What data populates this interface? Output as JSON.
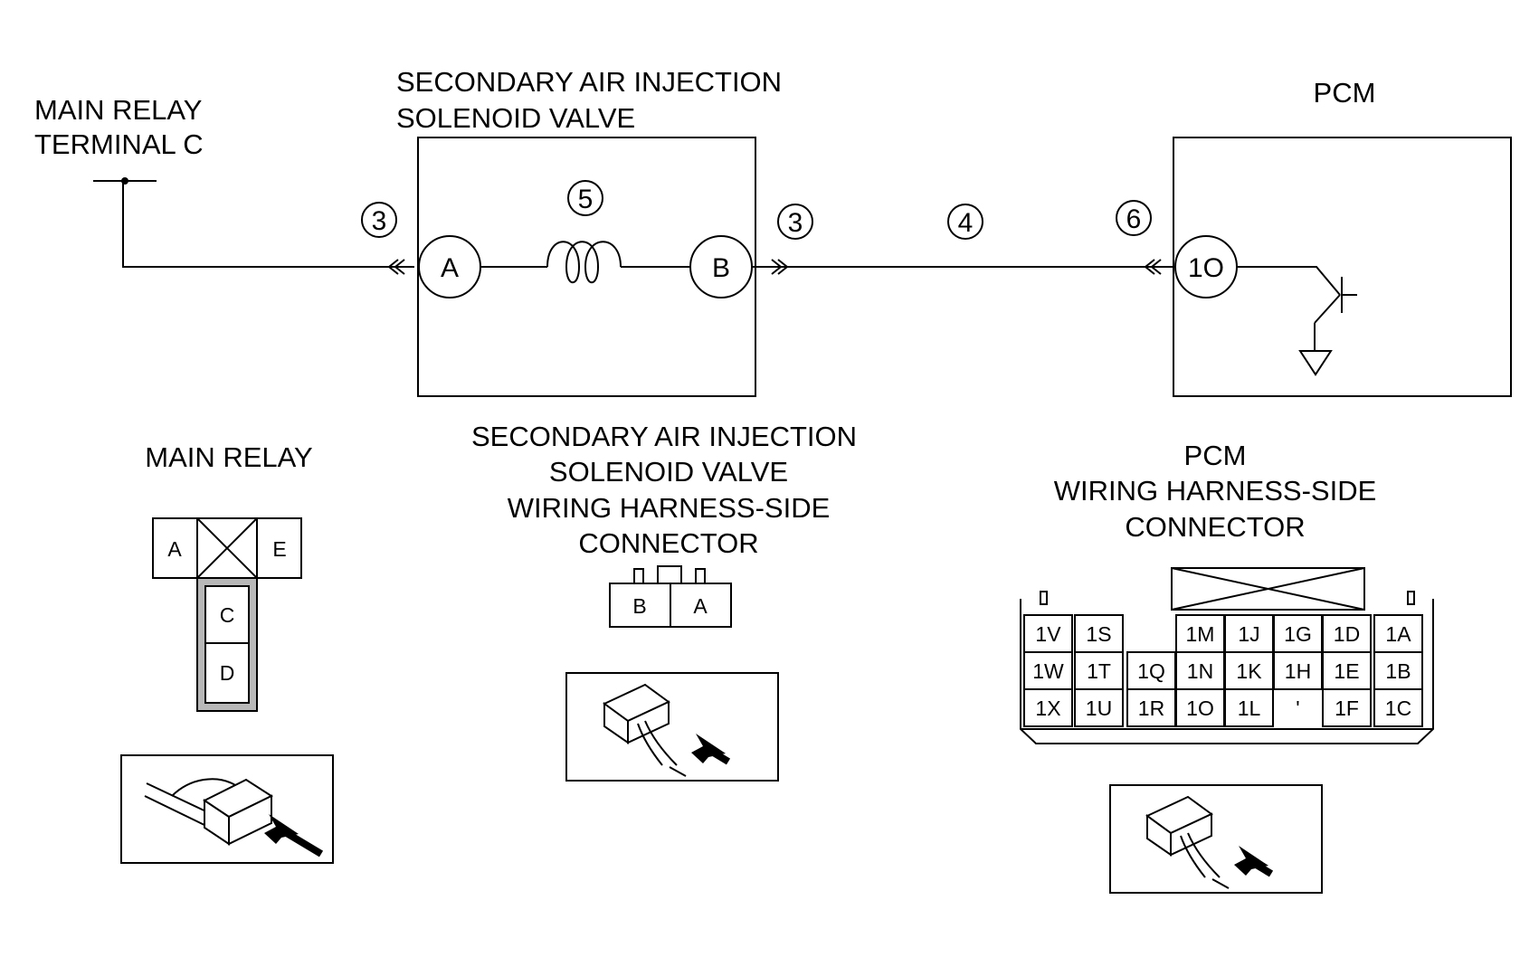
{
  "schematic": {
    "main_relay_terminal": [
      "MAIN RELAY",
      "TERMINAL C"
    ],
    "valve_title": [
      "SECONDARY AIR INJECTION",
      "SOLENOID VALVE"
    ],
    "pcm_title": "PCM",
    "valve_terminal_a": "A",
    "valve_terminal_b": "B",
    "pcm_terminal": "1O",
    "step_markers": {
      "relay_to_valve": "3",
      "coil": "5",
      "valve_to_harness": "3",
      "harness": "4",
      "pcm_input": "6"
    }
  },
  "connectors": {
    "main_relay": {
      "title": "MAIN RELAY",
      "cells": {
        "a": "A",
        "e": "E",
        "c": "C",
        "d": "D"
      }
    },
    "valve_connector": {
      "title": [
        "SECONDARY AIR INJECTION",
        "SOLENOID VALVE",
        "WIRING HARNESS-SIDE",
        "CONNECTOR"
      ],
      "cells": [
        "B",
        "A"
      ]
    },
    "pcm_connector": {
      "title": [
        "PCM",
        "WIRING HARNESS-SIDE",
        "CONNECTOR"
      ],
      "rows": [
        [
          "1V",
          "1S",
          "",
          "1M",
          "1J",
          "1G",
          "1D",
          "1A"
        ],
        [
          "1W",
          "1T",
          "1Q",
          "1N",
          "1K",
          "1H",
          "1E",
          "1B"
        ],
        [
          "1X",
          "1U",
          "1R",
          "1O",
          "1L",
          "'",
          "1F",
          "1C"
        ]
      ]
    }
  }
}
